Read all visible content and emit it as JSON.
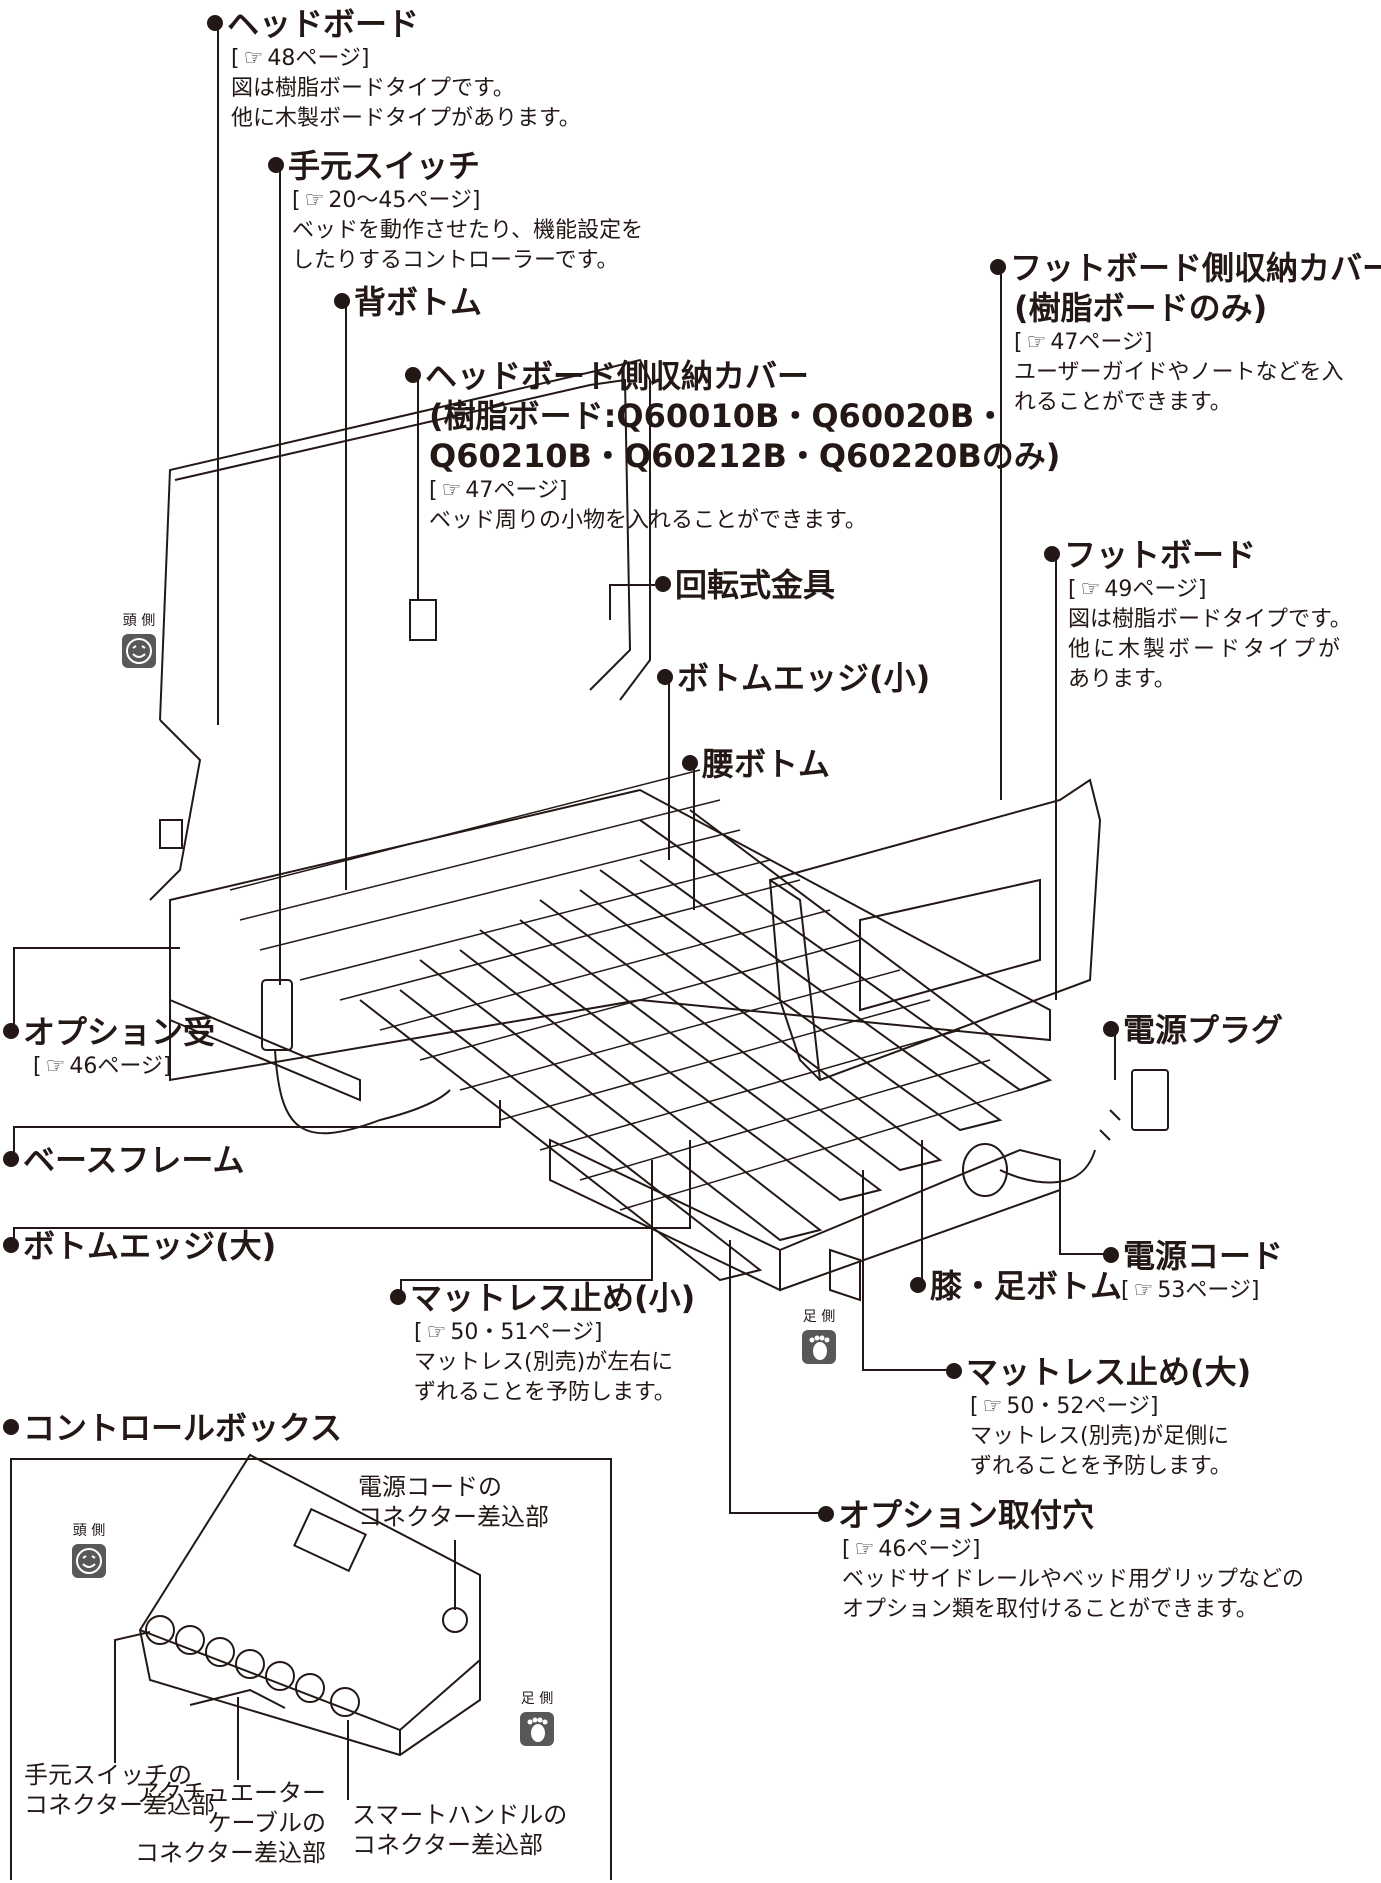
{
  "labels": {
    "headboard": {
      "title": "ヘッドボード",
      "ref": "48ページ]",
      "note1": "図は樹脂ボードタイプです。",
      "note2": "他に木製ボードタイプがあります。"
    },
    "hand_switch": {
      "title": "手元スイッチ",
      "ref": "20～45ページ]",
      "note1": "ベッドを動作させたり、機能設定を",
      "note2": "したりするコントローラーです。"
    },
    "back_bottom": {
      "title": "背ボトム"
    },
    "head_storage": {
      "title1": "ヘッドボード側収納カバー",
      "title2": "(樹脂ボード:Q60010B・Q60020B・",
      "title3": "Q60210B・Q60212B・Q60220Bのみ)",
      "ref": "47ページ]",
      "note1": "ベッド周りの小物を入れることができます。"
    },
    "foot_storage": {
      "title1": "フットボード側収納カバー",
      "title2": "(樹脂ボードのみ)",
      "ref": "47ページ]",
      "note1": "ユーザーガイドやノートなどを入",
      "note2": "れることができます。"
    },
    "rotary": {
      "title": "回転式金具"
    },
    "edge_small": {
      "title": "ボトムエッジ(小)"
    },
    "waist": {
      "title": "腰ボトム"
    },
    "footboard": {
      "title": "フットボード",
      "ref": "49ページ]",
      "note1": "図は樹脂ボードタイプです。",
      "note2": "他に木製ボードタイプが",
      "note3": "あります。"
    },
    "option_holder": {
      "title": "オプション受",
      "ref": "46ページ]"
    },
    "power_plug": {
      "title": "電源プラグ"
    },
    "base_frame": {
      "title": "ベースフレーム"
    },
    "edge_large": {
      "title": "ボトムエッジ(大)"
    },
    "mattress_stop_small": {
      "title": "マットレス止め(小)",
      "ref": "50・51ページ]",
      "note1": "マットレス(別売)が左右に",
      "note2": "ずれることを予防します。"
    },
    "power_cord": {
      "title": "電源コード",
      "ref": "53ページ]"
    },
    "knee_foot": {
      "title": "膝・足ボトム"
    },
    "mattress_stop_large": {
      "title": "マットレス止め(大)",
      "ref": "50・52ページ]",
      "note1": "マットレス(別売)が足側に",
      "note2": "ずれることを予防します。"
    },
    "option_hole": {
      "title": "オプション取付穴",
      "ref": "46ページ]",
      "note1": "ベッドサイドレールやベッド用グリップなどの",
      "note2": "オプション類を取付けることができます。"
    },
    "control_box": {
      "title": "コントロールボックス"
    }
  },
  "control_box_labels": {
    "power_conn1": "電源コードの",
    "power_conn2": "コネクター差込部",
    "hand_conn1": "手元スイッチの",
    "hand_conn2": "コネクター差込部",
    "act1": "アクチュエーター",
    "act2": "ケーブルの",
    "act3": "コネクター差込部",
    "smart1": "スマートハンドルの",
    "smart2": "コネクター差込部"
  },
  "side_tags": {
    "head": "頭 側",
    "foot": "足 側"
  },
  "icons": {
    "ref": "pointing-hand-icon",
    "head": "face-icon",
    "foot": "foot-icon"
  }
}
